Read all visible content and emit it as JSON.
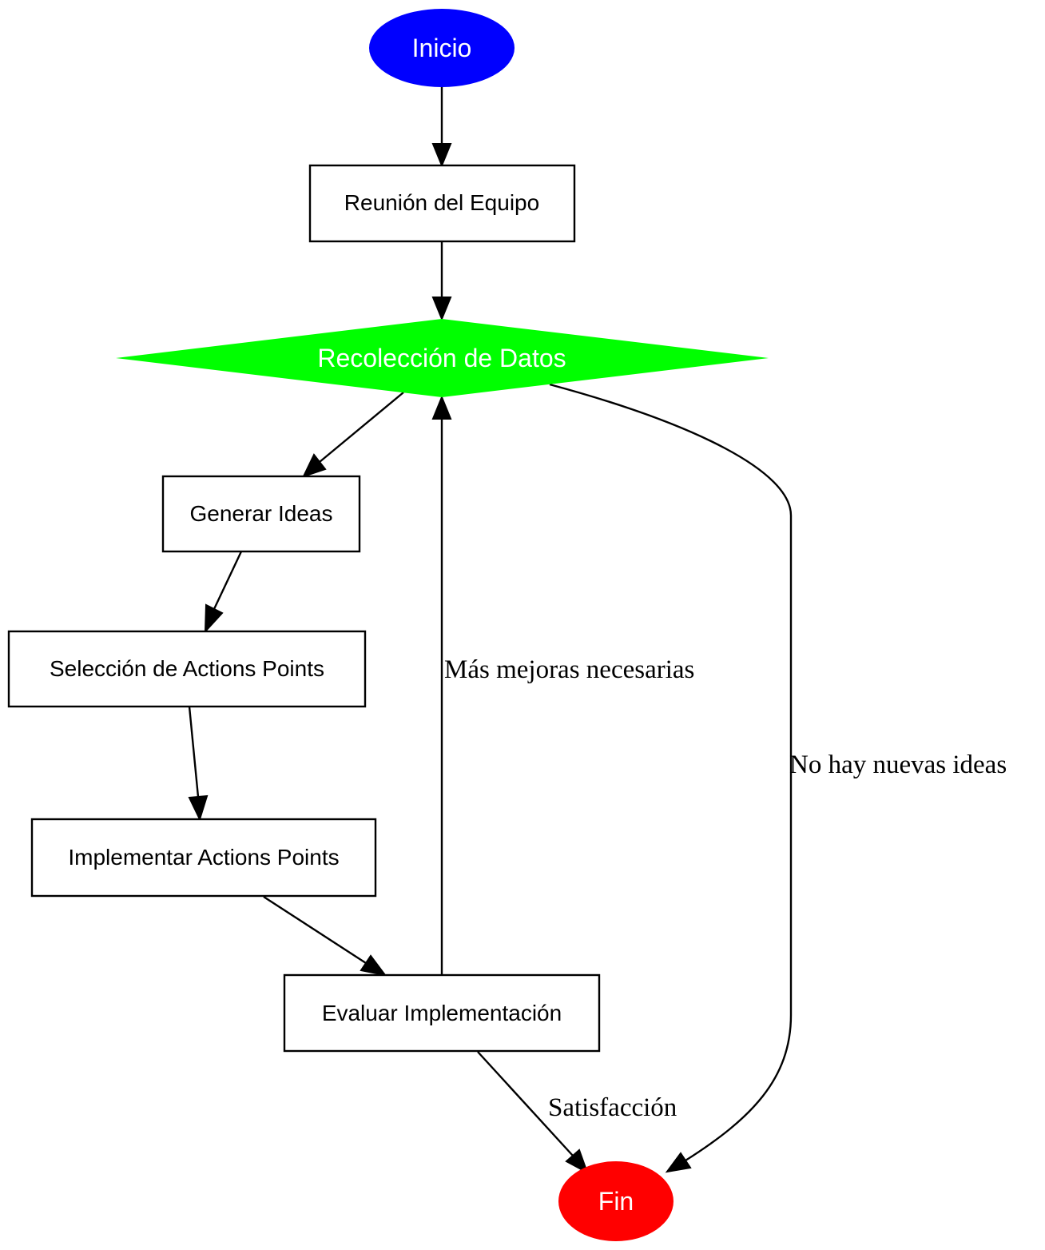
{
  "nodes": {
    "inicio": {
      "label": "Inicio",
      "color": "#0000ff",
      "text_color": "#ffffff"
    },
    "reunion": {
      "label": "Reunión del Equipo"
    },
    "recoleccion": {
      "label": "Recolección de Datos",
      "color": "#00ff00",
      "text_color": "#ffffff"
    },
    "generar": {
      "label": "Generar Ideas"
    },
    "seleccion": {
      "label": "Selección de Actions Points"
    },
    "implementar": {
      "label": "Implementar Actions Points"
    },
    "evaluar": {
      "label": "Evaluar Implementación"
    },
    "fin": {
      "label": "Fin",
      "color": "#ff0000",
      "text_color": "#ffffff"
    }
  },
  "edges": {
    "mas_mejoras": {
      "label": "Más mejoras necesarias"
    },
    "no_hay_ideas": {
      "label": "No hay nuevas ideas"
    },
    "satisfaccion": {
      "label": "Satisfacción"
    }
  }
}
